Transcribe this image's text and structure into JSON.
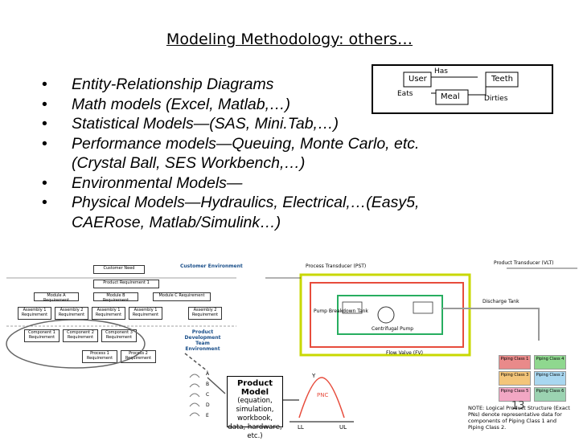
{
  "title": "Modeling Methodology: others…",
  "bullets": [
    {
      "bullet": "•",
      "text": "Entity-Relationship Diagrams"
    },
    {
      "bullet": "•",
      "text": "Math models (Excel, Matlab,…)"
    },
    {
      "bullet": "•",
      "text": "Statistical Models—(SAS, Mini.Tab,…)"
    },
    {
      "bullet": "•",
      "text": "Performance models—Queuing, Monte Carlo, etc."
    },
    {
      "bullet": "",
      "text": "(Crystal Ball, SES Workbench,…)"
    },
    {
      "bullet": "•",
      "text": "Environmental Models—"
    },
    {
      "bullet": "•",
      "text": "Physical Models—Hydraulics, Electrical,…(Easy5,"
    },
    {
      "bullet": "",
      "text": "CAERose, Matlab/Simulink…)"
    }
  ],
  "er_diagram": {
    "entities": [
      "User",
      "Teeth",
      "Meal"
    ],
    "relationships": [
      "Has",
      "Eats",
      "Dirties"
    ]
  },
  "hierarchy_figure": {
    "top_left": "Customer Need",
    "top_right": "Customer Environment",
    "product_req": "Product Requirement 1",
    "modules": [
      "Module A Requirement",
      "Module B Requirement",
      "Module C Requirement"
    ],
    "assemblies": [
      "Assembly 1 Requirement",
      "Assembly 2 Requirement",
      "Assembly 1 Requirement",
      "Assembly 1 Requirement",
      "Assembly 2 Requirement"
    ],
    "components": [
      "Component 1 Requirement",
      "Component 2 Requirement",
      "Component 3 Requirement"
    ],
    "team_env": "Product Development Team Environment",
    "processes": [
      "Process 1 Requirement",
      "Process 2 Requirement"
    ]
  },
  "product_model": {
    "label": "Product Model",
    "detail": "(equation, simulation, workbook, data, hardware, etc.)",
    "inputs": [
      "A",
      "B",
      "C",
      "D",
      "E"
    ],
    "dist_labels": [
      "Y",
      "PNC",
      "LL",
      "UL"
    ]
  },
  "hydraulic_figure": {
    "labels": [
      "Process Transducer (PST)",
      "Product Transducer (VLT)",
      "Pump Breakdown Tank",
      "Discharge Tank",
      "Centrifugal Pump",
      "Flow Valve (FV)"
    ]
  },
  "piping_legend": {
    "classes": [
      "Piping Class 1",
      "Piping Class 4",
      "Piping Class 3",
      "Piping Class 2",
      "Piping Class 5",
      "Piping Class 6"
    ],
    "colors": [
      "#e98a8a",
      "#8fd88f",
      "#f3c57a",
      "#a9d7f0",
      "#f2a7c4",
      "#9bd3b1"
    ]
  },
  "page_number": "13",
  "note": "NOTE: Logical Product Structure (Exact PNs) denote representative data for components of Piping Class 1 and Piping Class 2."
}
